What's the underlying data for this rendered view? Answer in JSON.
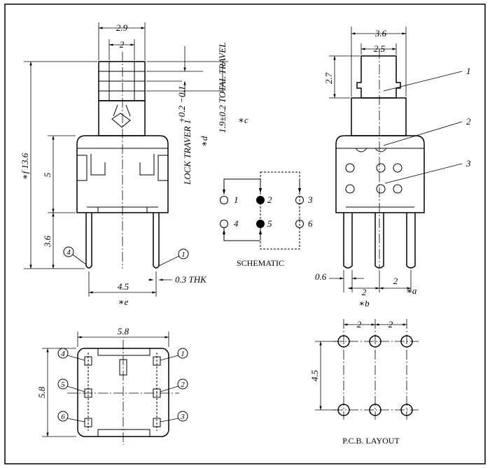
{
  "front_view": {
    "dim_width_outer": "2.9",
    "dim_width_inner": "2",
    "dim_total_height": "∗f  13.6",
    "dim_body_height": "5",
    "dim_pin_length": "3.6",
    "dim_pin_pitch": "4.5",
    "note_e": "∗e",
    "thk": "0.3  THK",
    "lock_travel": "LOCK TRAVER 1",
    "lock_tol": "+0.2 −0.1",
    "note_d": "∗d",
    "total_travel": "1.9±0.2  TOTAL TRAVEL",
    "note_c": "∗c",
    "pin_left": "4",
    "pin_right": "1"
  },
  "side_view": {
    "dim_width_outer": "3.6",
    "dim_width_inner": "2.5",
    "dim_height": "2.7",
    "callouts": [
      "1",
      "2",
      "3"
    ],
    "dim_pin_width": "0.6",
    "dim_pitch_b": "2",
    "note_b": "∗b",
    "dim_pitch_a": "2",
    "note_a": "∗a"
  },
  "schematic": {
    "title": "SCHEMATIC",
    "pins": [
      "1",
      "2",
      "3",
      "4",
      "5",
      "6"
    ]
  },
  "bottom_view": {
    "dim_width": "5.8",
    "dim_height": "5.8",
    "pins_left": [
      "4",
      "5",
      "6"
    ],
    "pins_right": [
      "1",
      "2",
      "3"
    ]
  },
  "pcb_layout": {
    "title": "P.C.B.  LAYOUT",
    "dim_pitch_1": "2",
    "dim_pitch_2": "2",
    "dim_row_spacing": "4.5"
  }
}
